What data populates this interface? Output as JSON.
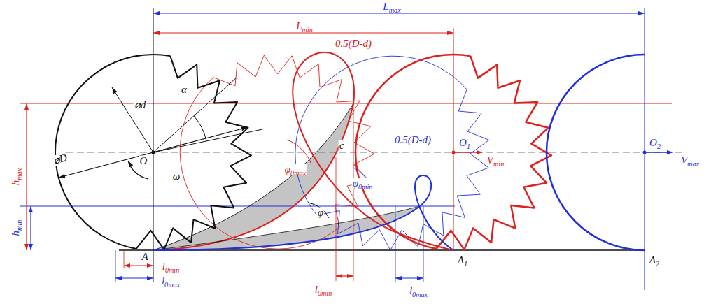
{
  "diagram": {
    "labels": [
      "Lmax",
      "Lmin",
      "0.5(D-d)",
      "⌀d",
      "α",
      "⌀D",
      "O",
      "ω",
      "φ0max",
      "c",
      "O1",
      "Vmin",
      "O2",
      "Vmax",
      "φ0min",
      "0.5(D-d)",
      "hmax",
      "hmin",
      "φ",
      "A",
      "A1",
      "A2",
      "l0min",
      "l0max",
      "l0min",
      "l0max"
    ]
  }
}
